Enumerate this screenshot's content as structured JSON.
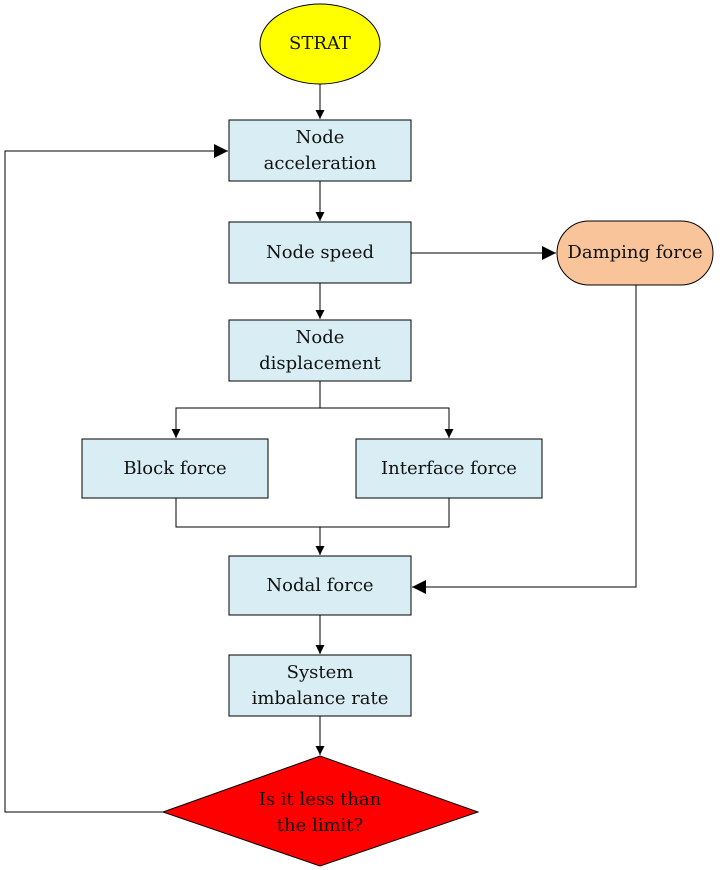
{
  "diagram": {
    "colors": {
      "process_fill": "#d8eef4",
      "start_fill": "#ffff00",
      "damping_fill": "#f9c49a",
      "decision_fill": "#ff0000",
      "line": "#000000"
    },
    "nodes": {
      "start": "STRAT",
      "node_acceleration": "Node\nacceleration",
      "node_speed": "Node speed",
      "node_displacement": "Node\ndisplacement",
      "block_force": "Block force",
      "interface_force": "Interface force",
      "nodal_force": "Nodal force",
      "system_imbalance_rate": "System\nimbalance rate",
      "decision": "Is it less than\nthe limit?",
      "damping_force": "Damping force"
    }
  }
}
